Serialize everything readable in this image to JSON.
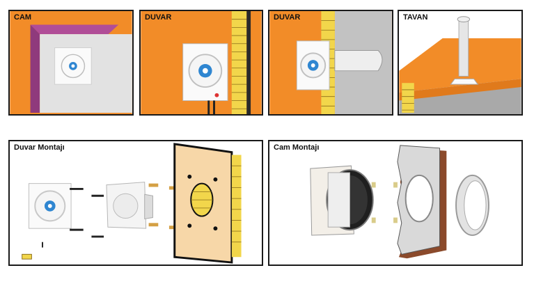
{
  "panels": {
    "cam": {
      "label": "CAM"
    },
    "duvar1": {
      "label": "DUVAR"
    },
    "duvar2": {
      "label": "DUVAR"
    },
    "tavan": {
      "label": "TAVAN"
    },
    "duvar_montaji": {
      "label": "Duvar Montajı"
    },
    "cam_montaji": {
      "label": "Cam Montajı"
    }
  },
  "colors": {
    "wall_orange": "#f28c28",
    "frame_purple": "#a0468c",
    "brick_yellow": "#f2d64b",
    "fan_blue": "#2f86d1",
    "panel_peach": "#f7d7a8",
    "wood_brown": "#8b4a2b"
  }
}
